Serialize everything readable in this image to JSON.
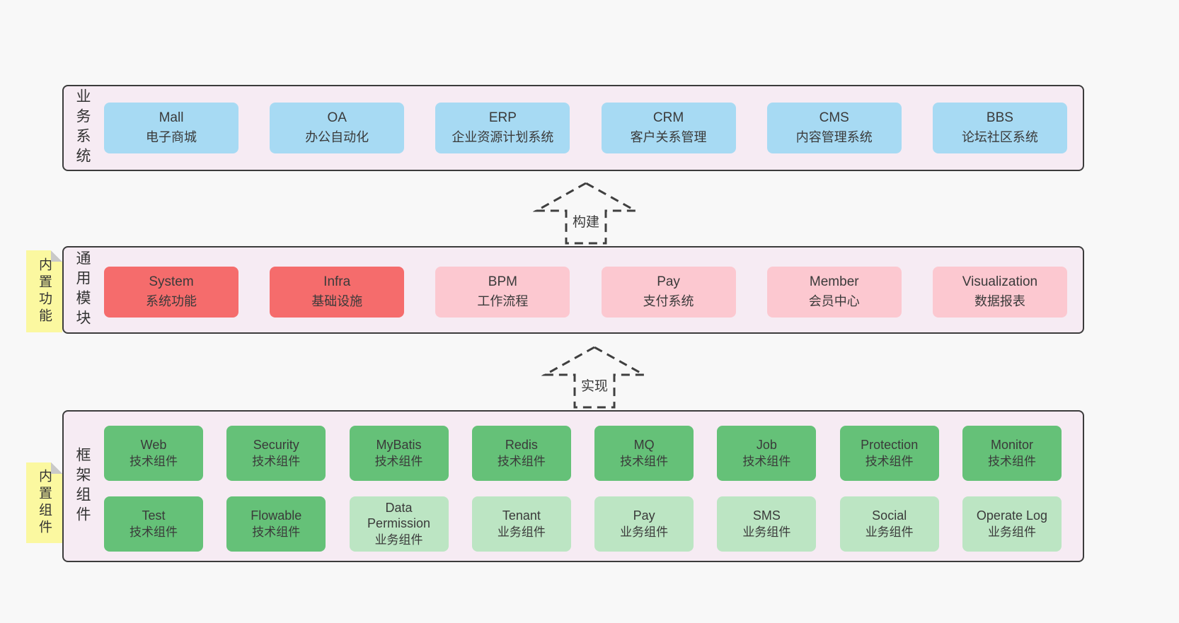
{
  "colors": {
    "page_bg": "#f8f8f8",
    "band_bg": "#f6ebf3",
    "band_border": "#3c3c3c",
    "blue": "#a7daf3",
    "red": "#f56c6c",
    "pink": "#fcc8d0",
    "green": "#65c178",
    "light_green": "#bce5c3",
    "note_yellow": "#fbf8a0",
    "text": "#3a3a3a"
  },
  "arrows": [
    {
      "label": "构建"
    },
    {
      "label": "实现"
    }
  ],
  "bands": [
    {
      "label": "业务系统",
      "boxes": [
        {
          "en": "Mall",
          "zh": "电子商城",
          "variant": "blue"
        },
        {
          "en": "OA",
          "zh": "办公自动化",
          "variant": "blue"
        },
        {
          "en": "ERP",
          "zh": "企业资源计划系统",
          "variant": "blue"
        },
        {
          "en": "CRM",
          "zh": "客户关系管理",
          "variant": "blue"
        },
        {
          "en": "CMS",
          "zh": "内容管理系统",
          "variant": "blue"
        },
        {
          "en": "BBS",
          "zh": "论坛社区系统",
          "variant": "blue"
        }
      ]
    },
    {
      "label": "通用模块",
      "note": "内置功能",
      "boxes": [
        {
          "en": "System",
          "zh": "系统功能",
          "variant": "red"
        },
        {
          "en": "Infra",
          "zh": "基础设施",
          "variant": "red"
        },
        {
          "en": "BPM",
          "zh": "工作流程",
          "variant": "pink"
        },
        {
          "en": "Pay",
          "zh": "支付系统",
          "variant": "pink"
        },
        {
          "en": "Member",
          "zh": "会员中心",
          "variant": "pink"
        },
        {
          "en": "Visualization",
          "zh": "数据报表",
          "variant": "pink"
        }
      ]
    },
    {
      "label": "框架组件",
      "note": "内置组件",
      "rows": [
        [
          {
            "en": "Web",
            "zh": "技术组件",
            "variant": "green"
          },
          {
            "en": "Security",
            "zh": "技术组件",
            "variant": "green"
          },
          {
            "en": "MyBatis",
            "zh": "技术组件",
            "variant": "green"
          },
          {
            "en": "Redis",
            "zh": "技术组件",
            "variant": "green"
          },
          {
            "en": "MQ",
            "zh": "技术组件",
            "variant": "green"
          },
          {
            "en": "Job",
            "zh": "技术组件",
            "variant": "green"
          },
          {
            "en": "Protection",
            "zh": "技术组件",
            "variant": "green"
          },
          {
            "en": "Monitor",
            "zh": "技术组件",
            "variant": "green"
          }
        ],
        [
          {
            "en": "Test",
            "zh": "技术组件",
            "variant": "green"
          },
          {
            "en": "Flowable",
            "zh": "技术组件",
            "variant": "green"
          },
          {
            "en": "Data Permission",
            "zh": "业务组件",
            "variant": "light_green"
          },
          {
            "en": "Tenant",
            "zh": "业务组件",
            "variant": "light_green"
          },
          {
            "en": "Pay",
            "zh": "业务组件",
            "variant": "light_green"
          },
          {
            "en": "SMS",
            "zh": "业务组件",
            "variant": "light_green"
          },
          {
            "en": "Social",
            "zh": "业务组件",
            "variant": "light_green"
          },
          {
            "en": "Operate Log",
            "zh": "业务组件",
            "variant": "light_green"
          }
        ]
      ]
    }
  ]
}
